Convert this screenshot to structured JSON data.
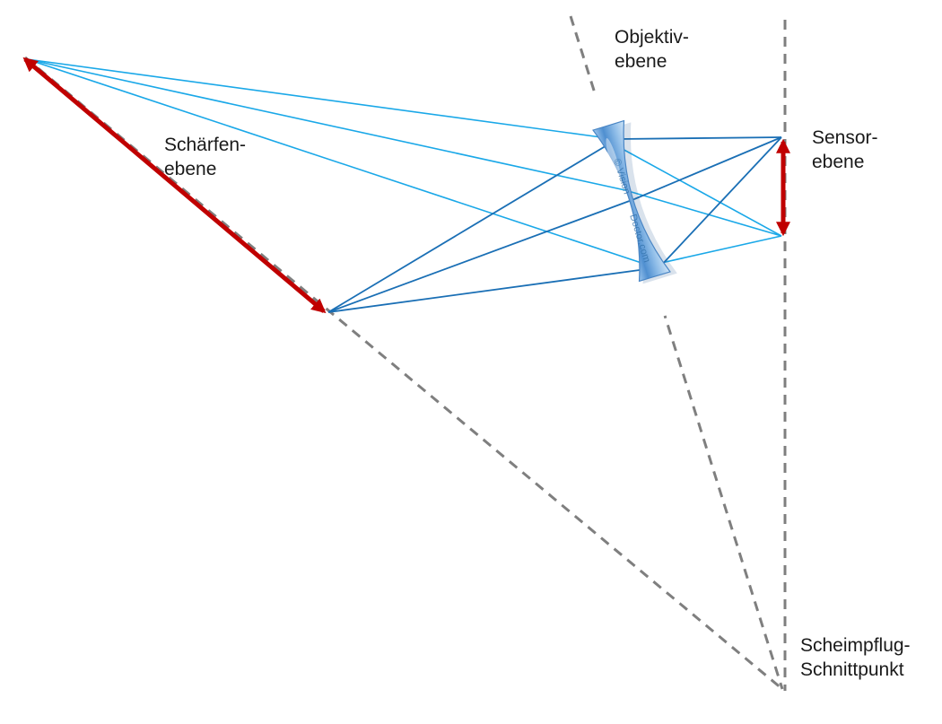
{
  "labels": {
    "objektiv_line1": "Objektiv-",
    "objektiv_line2": "ebene",
    "sensor_line1": "Sensor-",
    "sensor_line2": "ebene",
    "schaerfe_line1": "Schärfen-",
    "schaerfe_line2": "ebene",
    "scheimpflug_line1": "Scheimpflug-",
    "scheimpflug_line2": "Schnittpunkt"
  },
  "watermark": {
    "left": "© Vision",
    "right": "Doctor.com"
  },
  "colors": {
    "ray_light": "#1aa8e8",
    "ray_dark": "#1a6fb5",
    "arrow": "#c00000",
    "dashed_line": "#7f7f7f",
    "lens": "#5b9bd5"
  }
}
